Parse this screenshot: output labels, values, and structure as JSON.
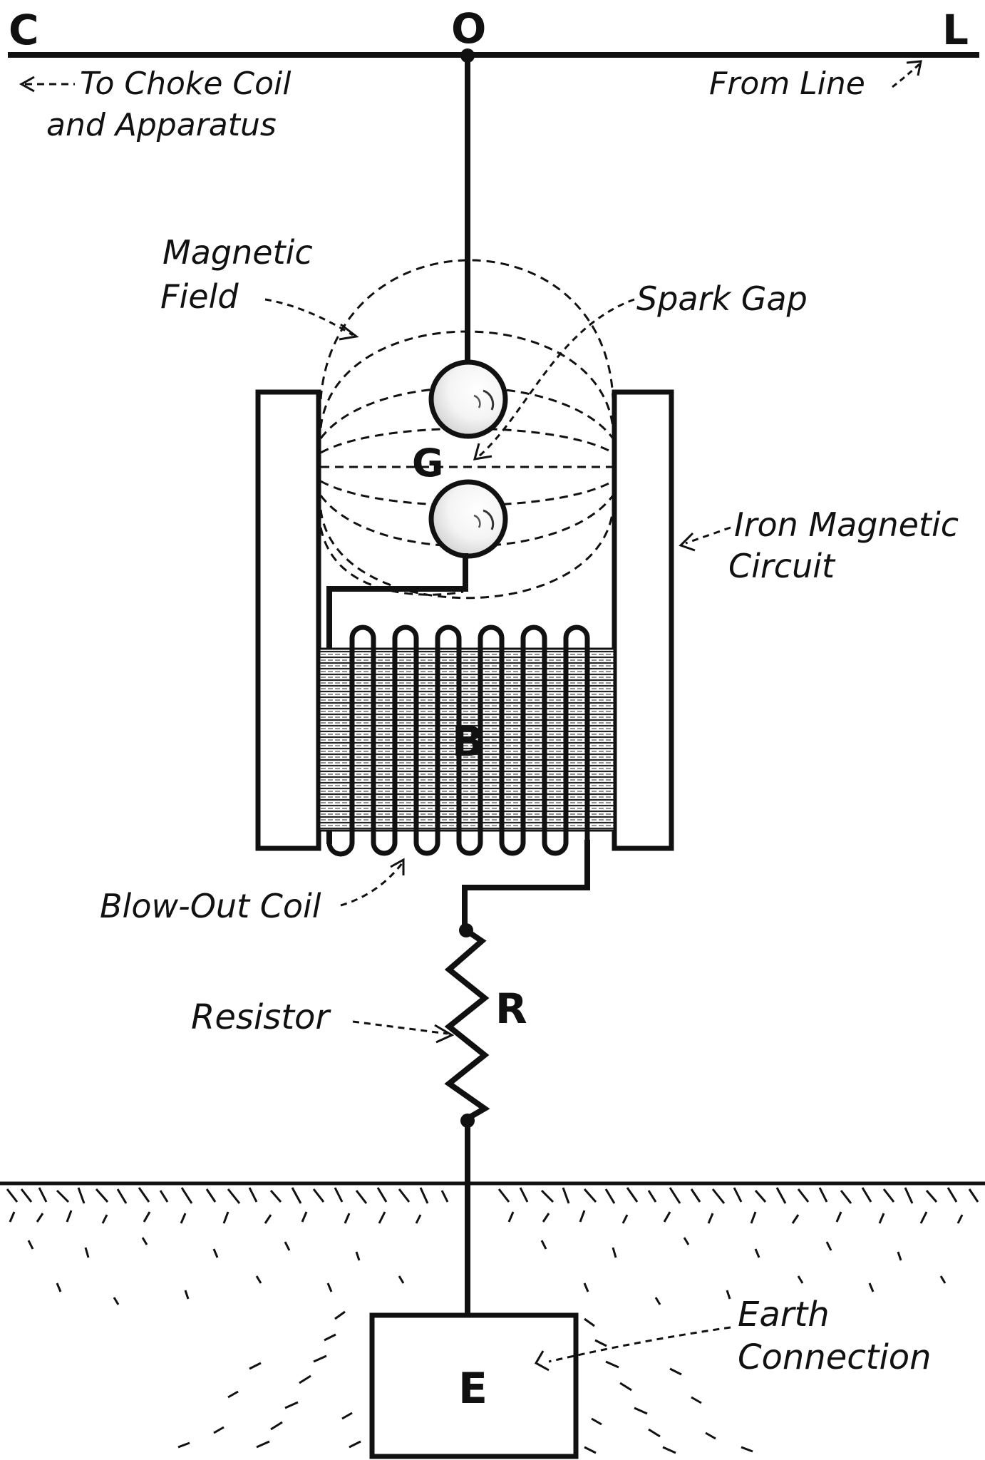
{
  "letters": {
    "c": "C",
    "o": "O",
    "l": "L",
    "g": "G",
    "b": "B",
    "r": "R",
    "e": "E"
  },
  "labels": {
    "choke_line1": "To Choke Coil",
    "choke_line2": "and Apparatus",
    "from_line": "From Line",
    "magnetic_field_1": "Magnetic",
    "magnetic_field_2": "Field",
    "spark_gap": "Spark Gap",
    "iron_1": "Iron Magnetic",
    "iron_2": "Circuit",
    "blowout": "Blow-Out Coil",
    "resistor": "Resistor",
    "earth_1": "Earth",
    "earth_2": "Connection"
  }
}
